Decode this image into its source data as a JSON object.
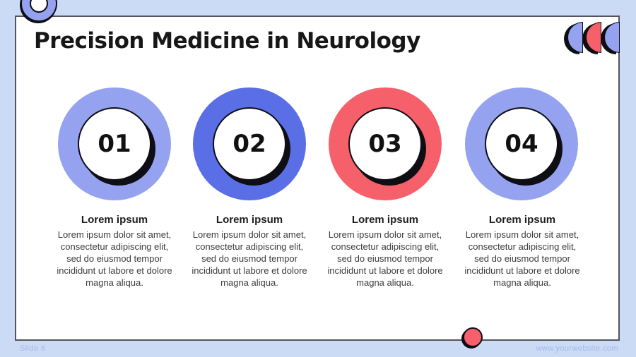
{
  "slide": {
    "title": "Precision Medicine in Neurology",
    "footer_left": "Slide 6",
    "footer_right": "www.yourwebsite.com"
  },
  "steps": [
    {
      "number": "01",
      "ring_color": "#94a2f0",
      "heading": "Lorem ipsum",
      "body": "Lorem ipsum dolor sit amet,\nconsectetur adipiscing elit,\nsed do eiusmod tempor\nincididunt ut labore et dolore\nmagna aliqua."
    },
    {
      "number": "02",
      "ring_color": "#5a6fe6",
      "heading": "Lorem ipsum",
      "body": "Lorem ipsum dolor sit amet,\nconsectetur adipiscing elit,\nsed do eiusmod tempor\nincididunt ut labore et dolore\nmagna aliqua."
    },
    {
      "number": "03",
      "ring_color": "#f5606b",
      "heading": "Lorem ipsum",
      "body": "Lorem ipsum dolor sit amet,\nconsectetur adipiscing elit,\nsed do eiusmod tempor\nincididunt ut labore et dolore\nmagna aliqua."
    },
    {
      "number": "04",
      "ring_color": "#94a2f0",
      "heading": "Lorem ipsum",
      "body": "Lorem ipsum dolor sit amet,\nconsectetur adipiscing elit,\nsed do eiusmod tempor\nincididunt ut labore et dolore\nmagna aliqua."
    }
  ],
  "decor": {
    "top_left_ring_color": "#94a2f0",
    "semicircles": [
      {
        "color": "#94a2f0"
      },
      {
        "color": "#f5606b"
      },
      {
        "color": "#94a2f0"
      }
    ],
    "bottom_dot_color": "#f5606b"
  },
  "colors": {
    "background": "#cbdaf5",
    "card": "#ffffff",
    "card_border": "#53545e",
    "outline_black": "#0e0e14",
    "title_text": "#171717",
    "body_text": "#3c3c3c",
    "footer_text": "#a3bbe8"
  }
}
